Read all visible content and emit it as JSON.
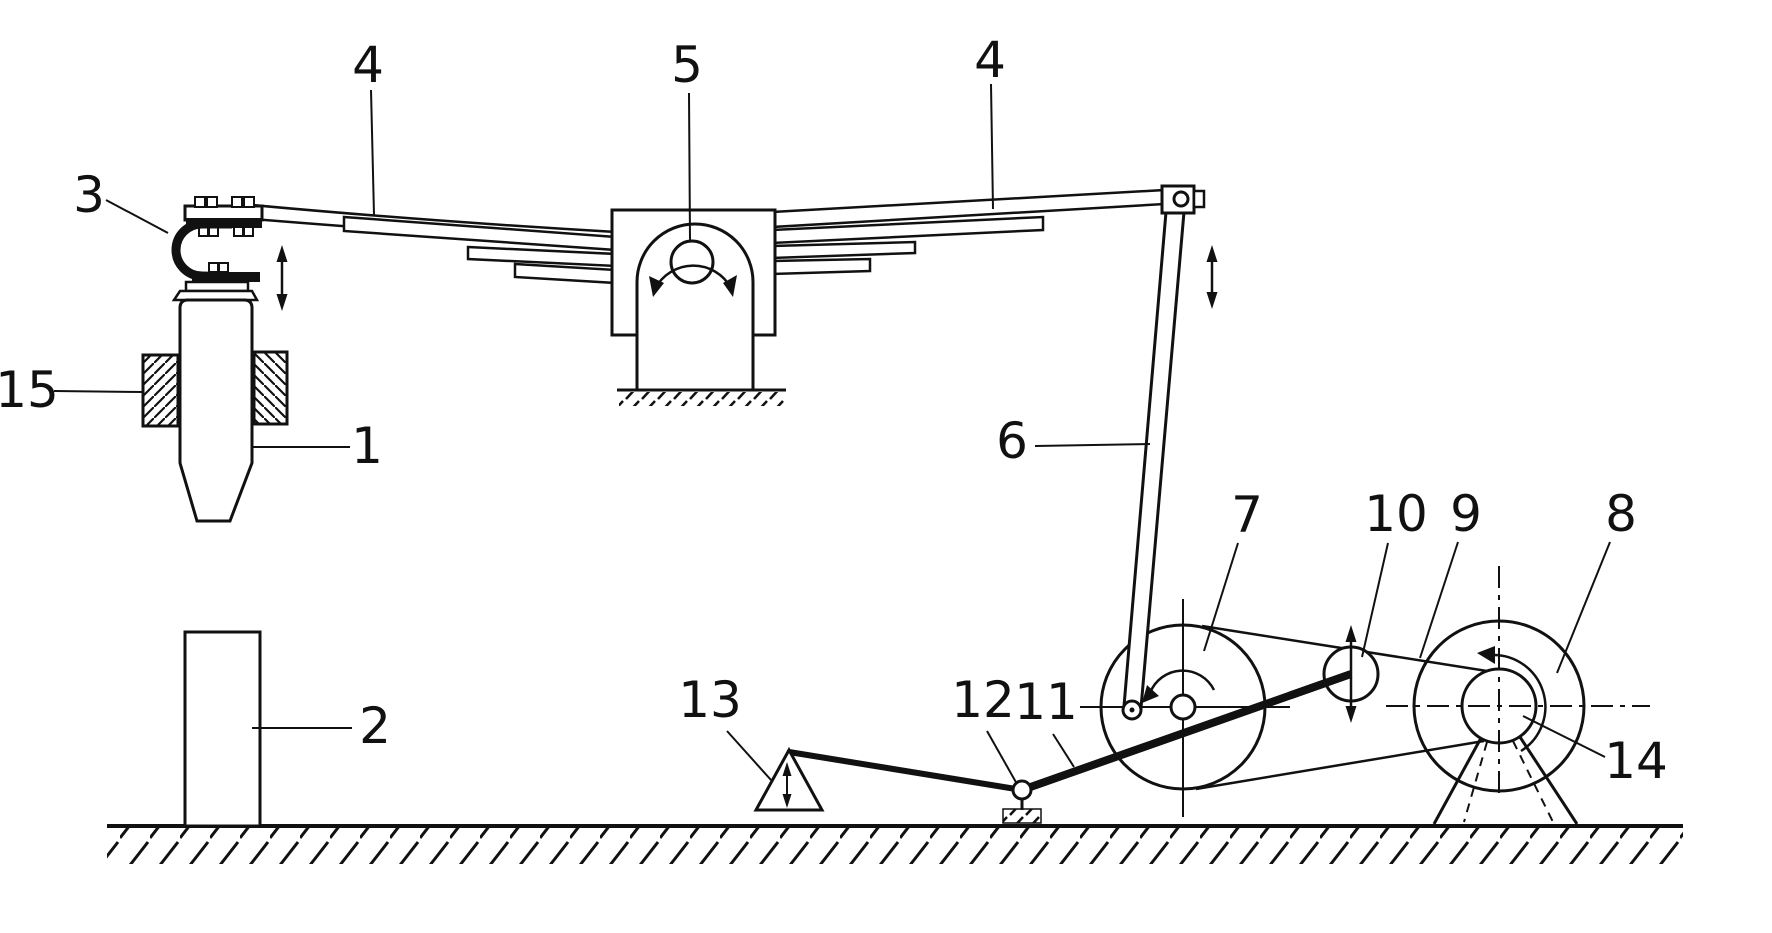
{
  "figure": {
    "colors": {
      "ink": "#111111",
      "paper": "#ffffff"
    },
    "labels": {
      "l1": "1",
      "l2": "2",
      "l3": "3",
      "l4_left": "4",
      "l5": "5",
      "l4_right": "4",
      "l6": "6",
      "l7": "7",
      "l8": "8",
      "l9": "9",
      "l10": "10",
      "l11": "11",
      "l12": "12",
      "l13": "13",
      "l14": "14",
      "l15": "15"
    }
  }
}
